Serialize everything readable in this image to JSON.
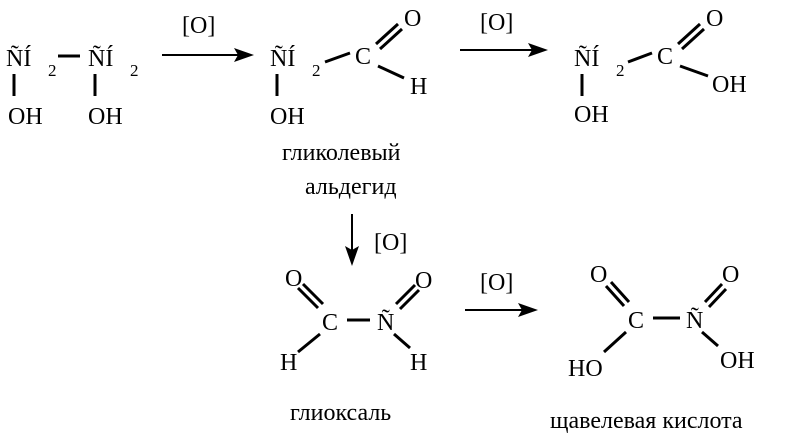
{
  "reaction": {
    "reagent": "[O]",
    "ethylene_glycol": {
      "group_left": "ÑÍ",
      "group_right": "ÑÍ",
      "sub_left": "2",
      "sub_right": "2",
      "oh_left": "OH",
      "oh_right": "OH"
    },
    "glycolaldehyde": {
      "group": "ÑÍ",
      "sub": "2",
      "oh": "OH",
      "carbon": "C",
      "oxygen": "O",
      "hydrogen": "H",
      "name_line1": "гликолевый",
      "name_line2": "альдегид"
    },
    "glycolic_acid": {
      "group": "ÑÍ",
      "sub": "2",
      "oh_bottom": "OH",
      "carbon": "C",
      "oxygen": "O",
      "oh_right": "OH"
    },
    "glyoxal": {
      "o_left": "O",
      "o_right": "O",
      "carbon_left": "C",
      "carbon_right": "Ñ",
      "h_left": "H",
      "h_right": "H",
      "name": "глиоксаль"
    },
    "oxalic_acid": {
      "o_left": "O",
      "o_right": "O",
      "carbon_left": "C",
      "carbon_right": "Ñ",
      "oh_left": "HO",
      "oh_right": "OH",
      "name": "щавелевая кислота"
    }
  }
}
